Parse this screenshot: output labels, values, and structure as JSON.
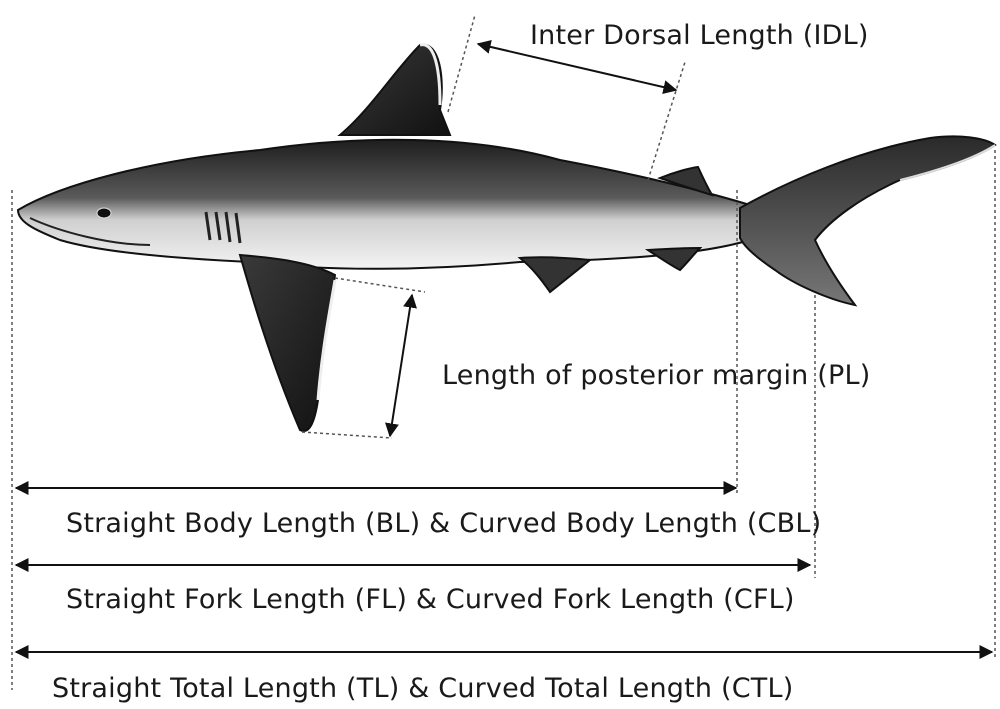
{
  "labels": {
    "idl": "Inter Dorsal  Length (IDL)",
    "pl": "Length of posterior margin (PL)",
    "bl": "Straight Body Length (BL) & Curved Body Length (CBL)",
    "fl": "Straight Fork Length (FL) & Curved Fork Length (CFL)",
    "tl": "Straight Total Length (TL) & Curved Total Length (CTL)"
  },
  "illustration": {
    "subject": "shark-lateral-view",
    "colors": {
      "body_dark": "#2e2e2e",
      "body_mid": "#6b6b6b",
      "belly": "#f2f2f2",
      "line": "#111111",
      "dotted": "#555555"
    }
  }
}
